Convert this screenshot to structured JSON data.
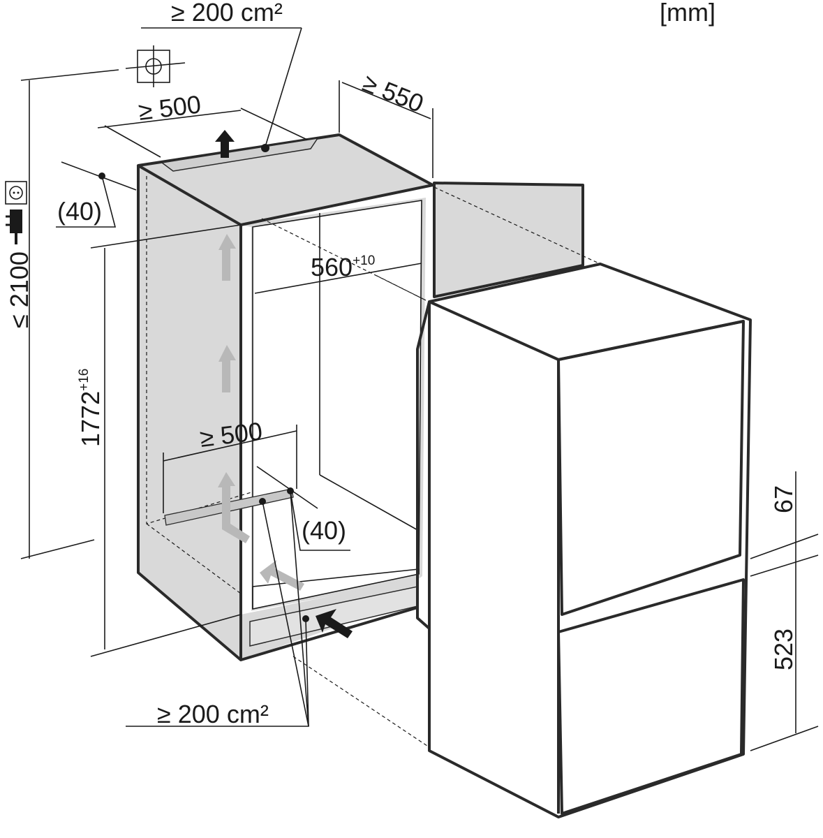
{
  "unit_label": "[mm]",
  "dimensions": {
    "top_vent_area": "≥ 200 cm²",
    "depth_min": "≥ 550",
    "top_vent_width": "≥ 500",
    "top_vent_offset": "(40)",
    "max_height": "≤ 2100",
    "niche_width": "560",
    "niche_width_tolerance": "+10",
    "niche_height": "1772",
    "niche_height_tolerance": "+16",
    "bottom_vent_width": "≥ 500",
    "bottom_vent_offset": "(40)",
    "door_gap": "67",
    "lower_door_height": "523",
    "bottom_vent_area": "≥ 200 cm²"
  },
  "icons": [
    "water-connection-icon",
    "power-socket-icon",
    "power-plug-icon",
    "airflow-arrow-icon"
  ],
  "colors": {
    "line": "#2a2a2a",
    "panel": "#d9d9d9",
    "arrow": "#b8b8b8"
  }
}
